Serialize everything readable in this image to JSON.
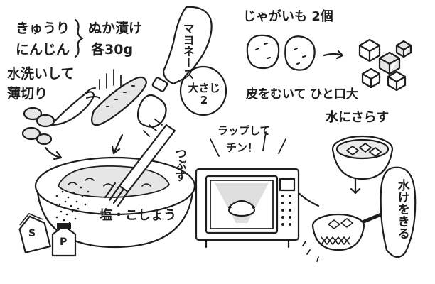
{
  "ingredients": {
    "cucumber": "きゅうり",
    "carrot": "にんじん",
    "pickle_line1": "ぬか漬け",
    "pickle_line2": "各30g"
  },
  "mayo": {
    "bottle_label": "マヨネーズ",
    "amount": "大さじ2"
  },
  "potato": {
    "title": "じゃがいも 2個",
    "instruction": "皮をむいて ひと口大"
  },
  "steps": {
    "wash_slice_1": "水洗いして",
    "wash_slice_2": "薄切り",
    "soak": "水にさらす",
    "wrap_microwave_1": "ラップして",
    "wrap_microwave_2": "チン！",
    "mash": "つぶす",
    "drain": "水けをきる",
    "season": "塩・こしょう"
  },
  "shakers": {
    "salt": "S",
    "pepper": "P"
  }
}
